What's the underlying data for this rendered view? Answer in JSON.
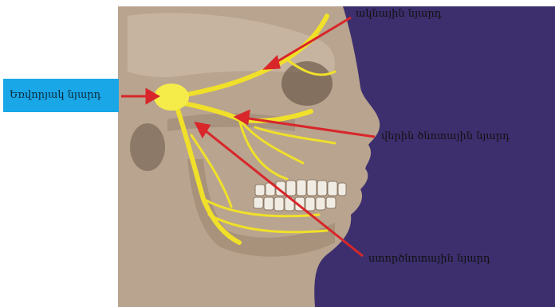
{
  "labels": {
    "trigeminal": "Եռվորյակ նյարդ",
    "ophthalmic": "ակնային նյարդ",
    "maxillary": "վերին ծնոտային նյարդ",
    "mandibular": "ստործնոտային նյարդ"
  },
  "colors": {
    "background_panel": "#3d2f6e",
    "skull": "#b9a48f",
    "nerve": "#f0e02a",
    "arrow": "#d8262a",
    "label_box": "#1aa7e8"
  }
}
